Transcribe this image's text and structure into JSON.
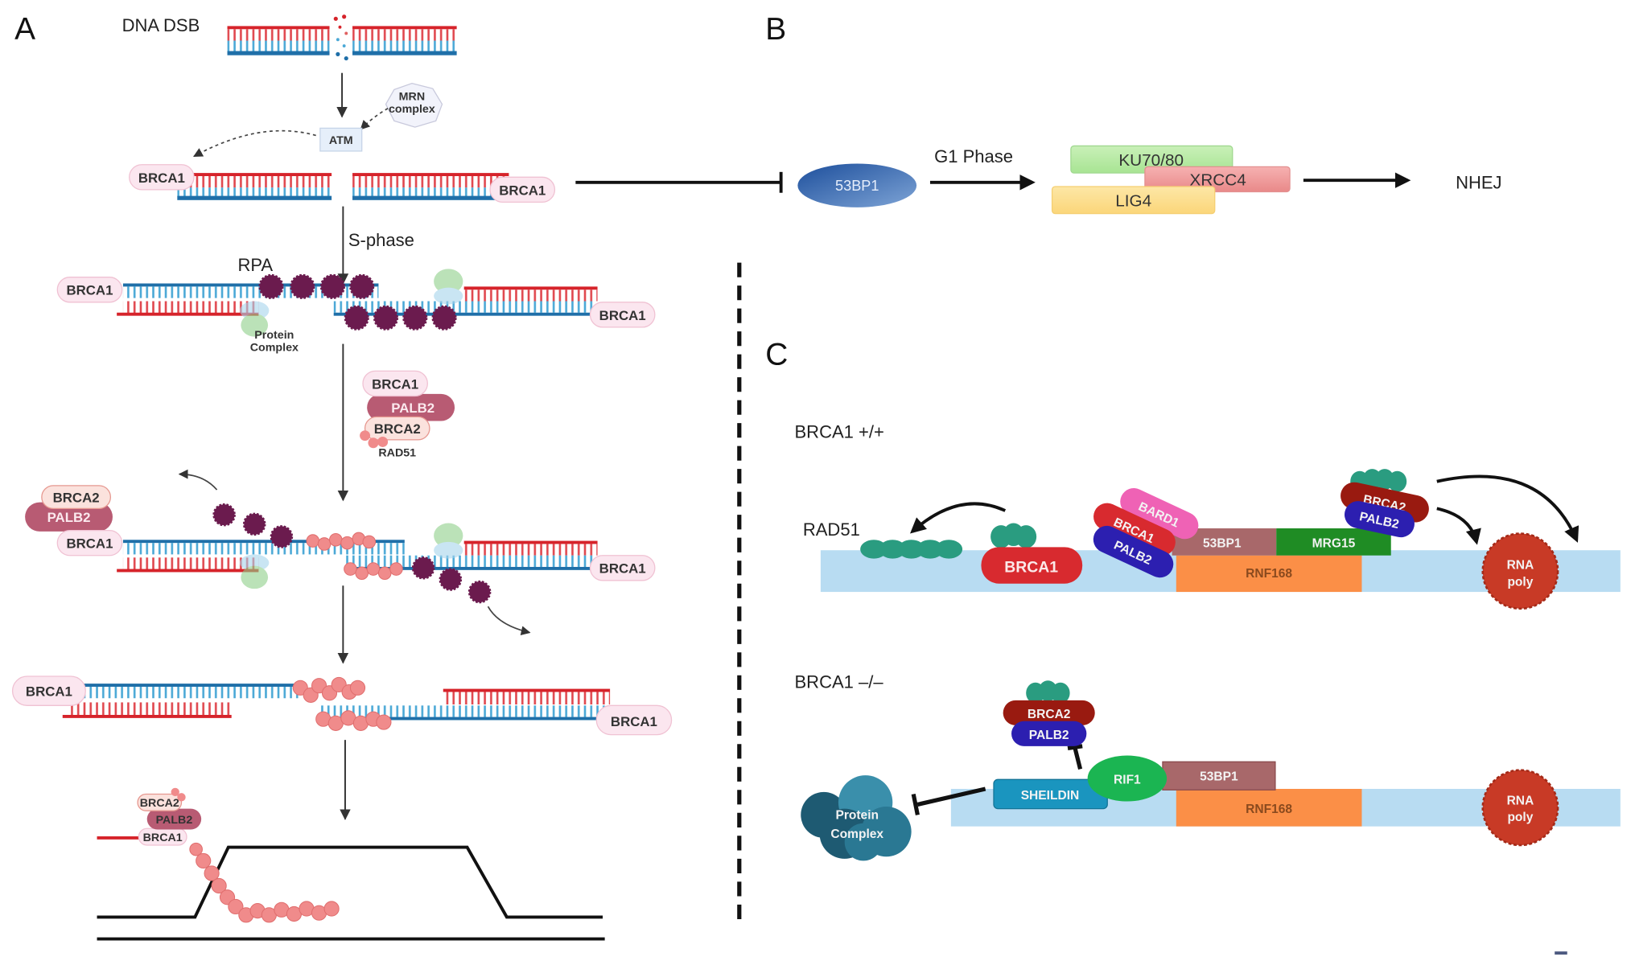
{
  "panels": {
    "A": {
      "letter": "A",
      "dna_dsb_label": "DNA DSB",
      "mrn_label_line1": "MRN",
      "mrn_label_line2": "complex",
      "atm_label": "ATM",
      "brca1_label": "BRCA1",
      "brca2_label": "BRCA2",
      "palb2_label": "PALB2",
      "rad51_label": "RAD51",
      "s_phase_label": "S-phase",
      "rpa_label": "RPA",
      "protein_complex_line1": "Protein",
      "protein_complex_line2": "Complex"
    },
    "B": {
      "letter": "B",
      "p53bp1_label": "53BP1",
      "g1_phase_label": "G1 Phase",
      "ku_label": "KU70/80",
      "xrcc4_label": "XRCC4",
      "lig4_label": "LIG4",
      "nhej_label": "NHEJ"
    },
    "C": {
      "letter": "C",
      "wildtype": {
        "title": "BRCA1 +/+",
        "rad51_label": "RAD51",
        "brca1_label": "BRCA1",
        "bard1_label": "BARD1",
        "brca1_small_label": "BRCA1",
        "palb2_label": "PALB2",
        "p53bp1_label": "53BP1",
        "mrg15_label": "MRG15",
        "rnf168_label": "RNF168",
        "brca2_label": "BRCA2",
        "palb2_right_label": "PALB2",
        "rna_poly_line1": "RNA",
        "rna_poly_line2": "poly"
      },
      "knockout": {
        "title": "BRCA1 –/–",
        "brca2_label": "BRCA2",
        "palb2_label": "PALB2",
        "rif1_label": "RIF1",
        "p53bp1_label": "53BP1",
        "sheildin_label": "SHEILDIN",
        "rnf168_label": "RNF168",
        "protein_complex_line1": "Protein",
        "protein_complex_line2": "Complex",
        "rna_poly_line1": "RNA",
        "rna_poly_line2": "poly"
      }
    }
  },
  "colors": {
    "dna_red": "#d6232a",
    "dna_blue": "#1f6fa8",
    "dna_lightblue": "#4aa8d6",
    "rpa_purple": "#6b1b4e",
    "rad51_pink": "#f08b8b",
    "brca1_pill": "#fbe6ef",
    "palb2_pill": "#b85b73",
    "c_dna_bar": "#b8dcf2",
    "c_rnf168": "#fb8f47",
    "c_53bp1": "#a8686a",
    "c_mrg15": "#1f8c24",
    "c_brca1": "#d82a2f",
    "c_bard1": "#ef62b5",
    "c_palb2": "#2c1fb0",
    "c_brca2": "#991a10",
    "c_rad51": "#2a9c80",
    "c_rna_poly": "#c83a26",
    "c_sheildin": "#1a95bf",
    "c_rif1": "#1bb552",
    "c_protein_complex": "#2a6e86"
  }
}
